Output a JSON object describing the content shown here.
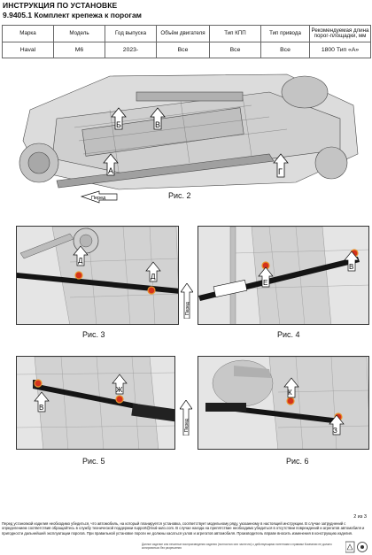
{
  "header": {
    "line1": "ИНСТРУКЦИЯ ПО УСТАНОВКЕ",
    "line2": "9.9405.1 Комплект крепежа к порогам"
  },
  "spec_table": {
    "headers": [
      "Марка",
      "Модель",
      "Год выпуска",
      "Объём двигателя",
      "Тип КПП",
      "Тип привода",
      "Рекомендуемая длина порог-площадки, мм"
    ],
    "values": [
      "Haval",
      "M6",
      "2023-",
      "Все",
      "Все",
      "Все",
      "1800 Тип «А»"
    ]
  },
  "figures": {
    "fig2": {
      "caption": "Рис. 2",
      "labels": {
        "A": "А",
        "B": "Б",
        "V": "В",
        "G": "Г"
      },
      "forward": "Перед"
    },
    "fig3": {
      "caption": "Рис. 3",
      "labels": {
        "D1": "Д",
        "D2": "Д"
      }
    },
    "fig4": {
      "caption": "Рис. 4",
      "labels": {
        "E": "Е",
        "V": "В"
      },
      "forward": "Перед"
    },
    "fig5": {
      "caption": "Рис. 5",
      "labels": {
        "V": "В",
        "Zh": "Ж"
      },
      "forward": "Перед"
    },
    "fig6": {
      "caption": "Рис. 6",
      "labels": {
        "K": "К",
        "Z": "З"
      }
    }
  },
  "footer": {
    "page": "2 из 3",
    "text": "Перед установкой изделия необходимо убедиться, что автомобиль, на который планируется установка, соответствует модельному ряду, указанному в настоящей инструкции. В случае затруднений с определением соответствия обращайтесь в службу технической поддержки support@rival-auto.com. В случае наезда на препятствие необходимо убедиться в отсутствии повреждений и агрегатов автомобиля и пригодности дальнейшей эксплуатации порогов. При правильной установке пороги не должны касаться узлов и агрегатов автомобиля. Производитель вправе вносить изменения в конструкцию изделия.",
    "legal": "Данное изделие или печатные воспроизведения изделия (полностью или частично) с действующими патентами и правами Компании не должно копироваться без разрешения"
  },
  "colors": {
    "marker_red": "#d4321c",
    "marker_orange": "#e8942a",
    "bar": "#141414"
  }
}
